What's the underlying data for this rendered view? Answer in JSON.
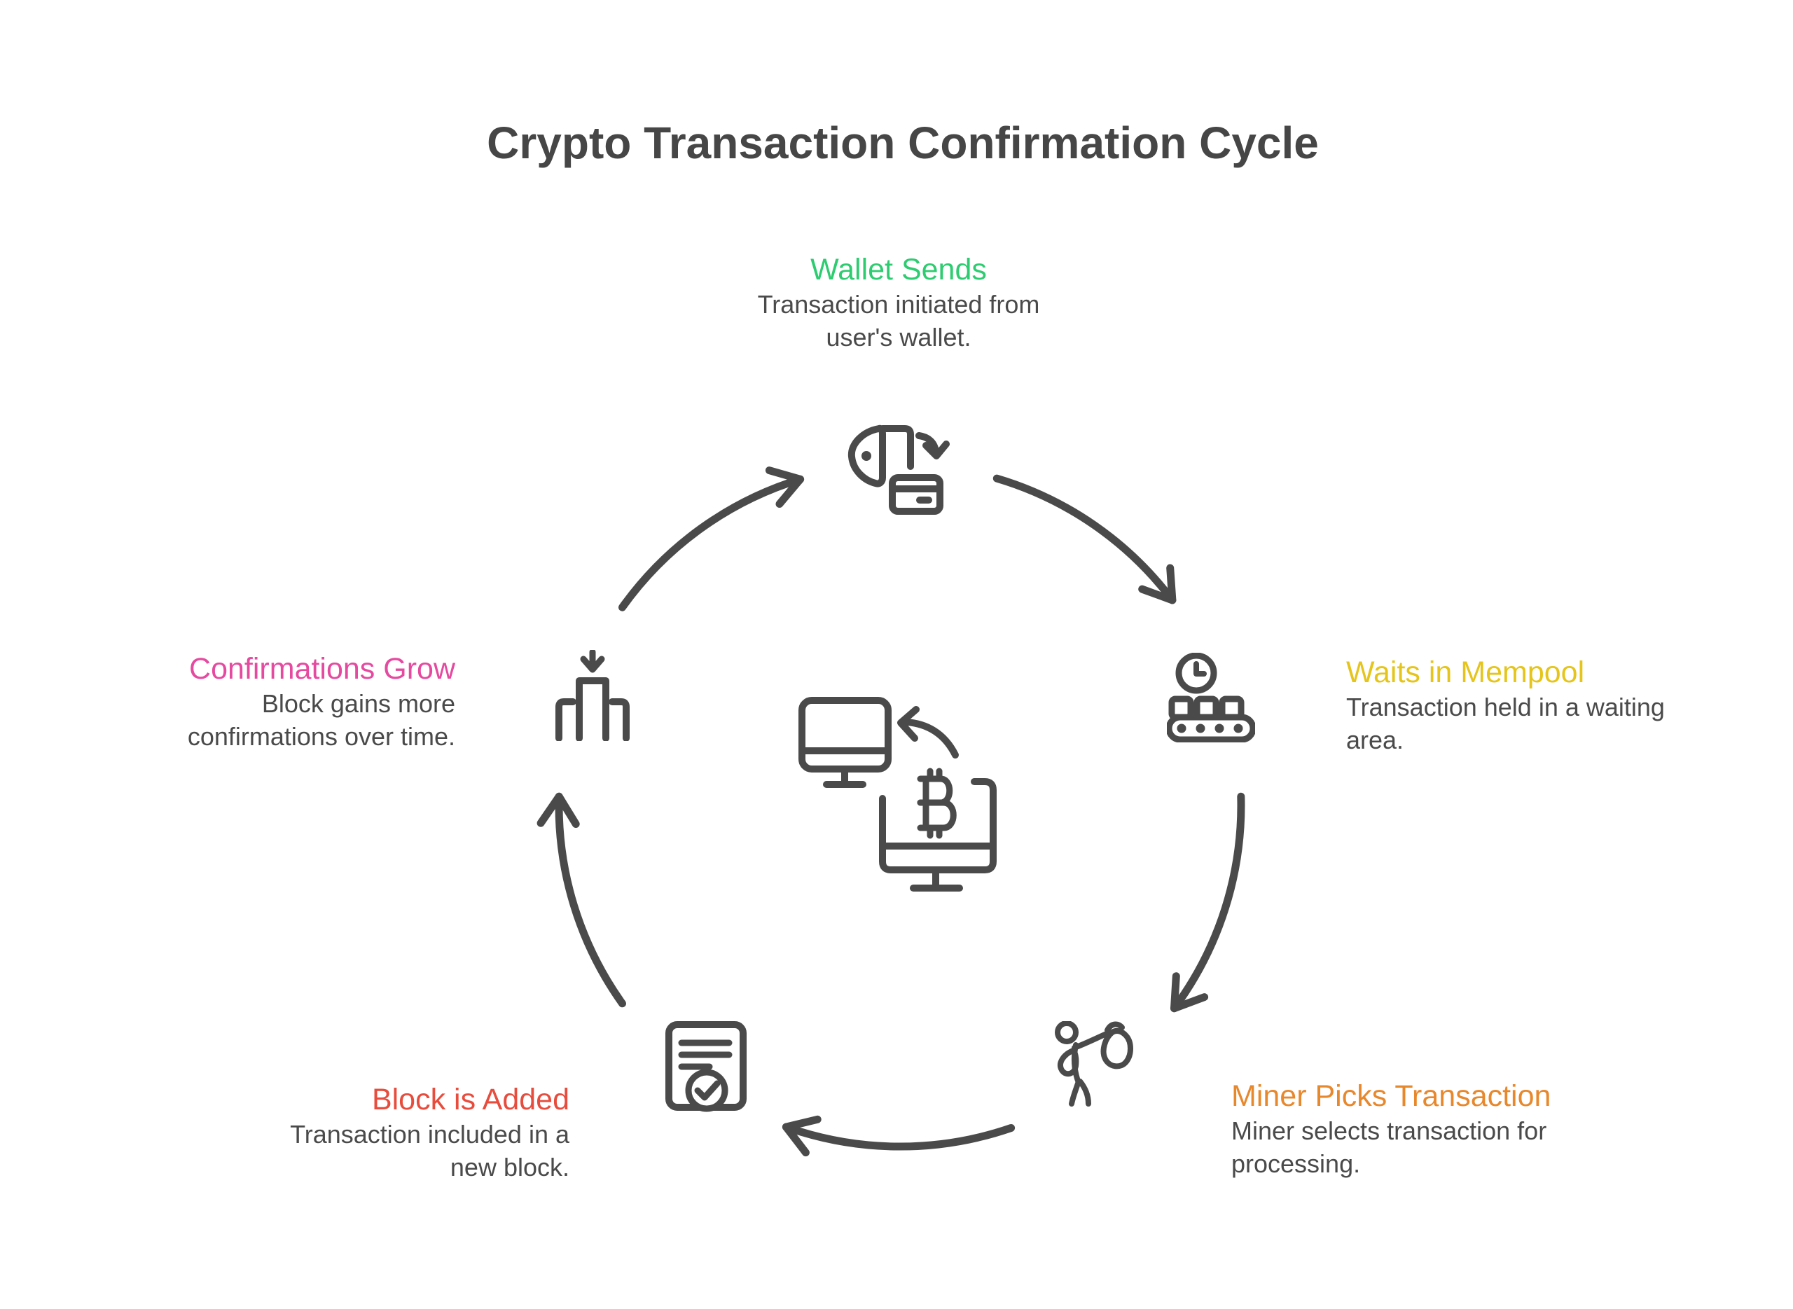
{
  "title": "Crypto Transaction Confirmation Cycle",
  "colors": {
    "ink": "#4a4a4a",
    "background": "#ffffff",
    "title": "#464646"
  },
  "center_icon": "computer-bitcoin-exchange-icon",
  "stages": [
    {
      "id": "wallet-sends",
      "label": "Wallet Sends",
      "description": "Transaction initiated from\nuser's wallet.",
      "color": "#2ecc71",
      "icon": "wallet-send-icon"
    },
    {
      "id": "waits-in-mempool",
      "label": "Waits in Mempool",
      "description": "Transaction held in a waiting\narea.",
      "color": "#e5c51c",
      "icon": "mempool-conveyor-clock-icon"
    },
    {
      "id": "miner-picks-transaction",
      "label": "Miner Picks Transaction",
      "description": "Miner selects transaction for\nprocessing.",
      "color": "#e8882d",
      "icon": "miner-money-bag-icon"
    },
    {
      "id": "block-is-added",
      "label": "Block is Added",
      "description": "Transaction included in a\nnew block.",
      "color": "#e74c3c",
      "icon": "block-document-check-icon"
    },
    {
      "id": "confirmations-grow",
      "label": "Confirmations Grow",
      "description": "Block gains more\nconfirmations over time.",
      "color": "#e54aa0",
      "icon": "confirmations-insert-icon"
    }
  ]
}
